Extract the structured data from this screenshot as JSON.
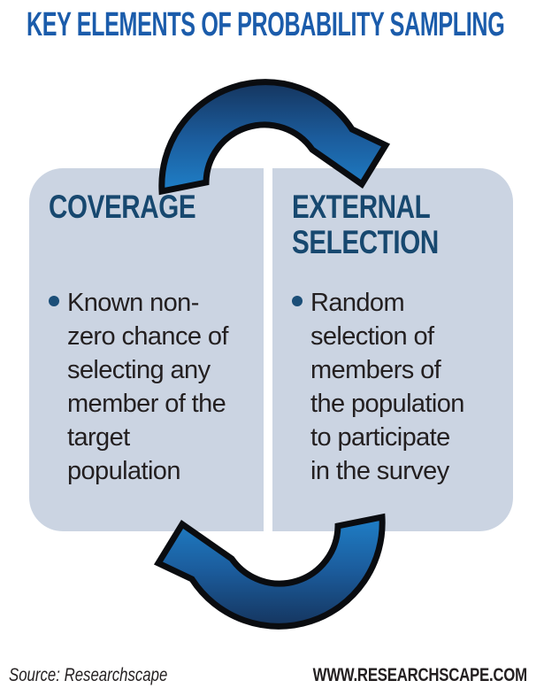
{
  "title": "KEY ELEMENTS OF PROBABILITY SAMPLING",
  "boxes": [
    {
      "id": "coverage",
      "heading": "COVERAGE",
      "bullet": "Known non-\nzero chance of\nselecting any\nmember of the\ntarget\npopulation"
    },
    {
      "id": "external-selection",
      "heading": "EXTERNAL\nSELECTION",
      "bullet": "Random\nselection of\nmembers of\nthe population\nto participate\nin the survey"
    }
  ],
  "icons": {
    "top_arrow": "curved-arrow-clockwise",
    "bottom_arrow": "curved-arrow-clockwise",
    "bullet": "filled-circle"
  },
  "footer": {
    "source": "Source: Researchscape",
    "website": "WWW.RESEARCHSCAPE.COM"
  },
  "colors": {
    "title_blue": "#1B5CAB",
    "heading_navy": "#17486F",
    "panel_bg": "#CBD4E2",
    "bullet_navy": "#1B4E78",
    "text_dark": "#231F20",
    "arrow_dark": "#15355E",
    "arrow_mid": "#1B5B9B",
    "arrow_bright": "#1F7FC7",
    "arrow_outline": "#0A0C10"
  }
}
